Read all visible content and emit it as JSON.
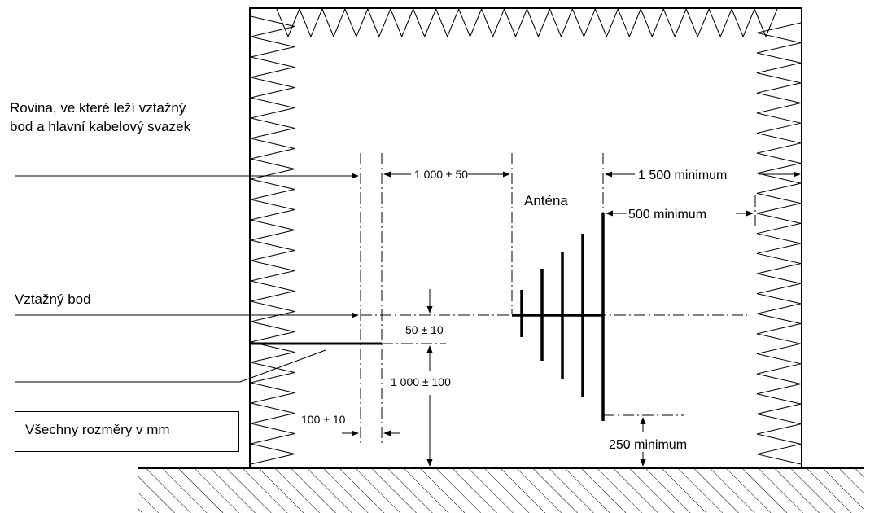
{
  "labels": {
    "plane_line1": "Rovina, ve které leží vztažný",
    "plane_line2": "bod a hlavní kabelový svazek",
    "reference_point": "Vztažný bod",
    "antenna": "Anténa",
    "units_note": "Všechny rozměry v mm"
  },
  "dimensions": {
    "d_1000_50": "1 000 ± 50",
    "d_1500_min": "1 500  minimum",
    "d_500_min": "500  minimum",
    "d_50_10": "50 ± 10",
    "d_1000_100": "1 000 ± 100",
    "d_100_10": "100 ± 10",
    "d_250_min": "250  minimum"
  },
  "colors": {
    "line": "#000000",
    "background": "#ffffff"
  }
}
